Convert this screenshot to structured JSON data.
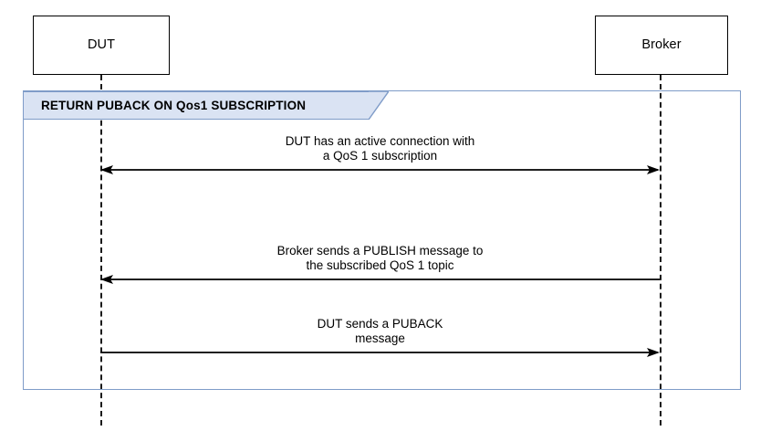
{
  "diagram": {
    "type": "uml-sequence-diagram",
    "participants": [
      {
        "id": "dut",
        "label": "DUT"
      },
      {
        "id": "broker",
        "label": "Broker"
      }
    ],
    "fragment": {
      "label": "RETURN PUBACK ON Qos1 SUBSCRIPTION",
      "fill_color": "#dae3f3",
      "border_color": "#7f9cc8"
    },
    "messages": [
      {
        "id": "message-1",
        "from": "broker",
        "to": "dut",
        "direction": "bidirectional",
        "arrowhead_left": true,
        "arrowhead_right": true,
        "line_1": "DUT has an active connection with",
        "line_2": "a QoS 1 subscription",
        "text": "DUT has an active connection with\na QoS 1 subscription"
      },
      {
        "id": "message-2",
        "from": "broker",
        "to": "dut",
        "direction": "right-to-left",
        "arrowhead_left": true,
        "arrowhead_right": false,
        "line_1": "Broker sends a PUBLISH message to",
        "line_2": "the subscribed QoS 1 topic",
        "text": "Broker sends a PUBLISH message to\nthe subscribed QoS 1 topic"
      },
      {
        "id": "message-3",
        "from": "dut",
        "to": "broker",
        "direction": "left-to-right",
        "arrowhead_left": false,
        "arrowhead_right": true,
        "line_1": "DUT sends a PUBACK",
        "line_2": "message",
        "text": "DUT sends a PUBACK\nmessage"
      }
    ],
    "colors": {
      "line": "#000000",
      "lifeline": "#1a1a1a",
      "background": "#ffffff"
    }
  }
}
